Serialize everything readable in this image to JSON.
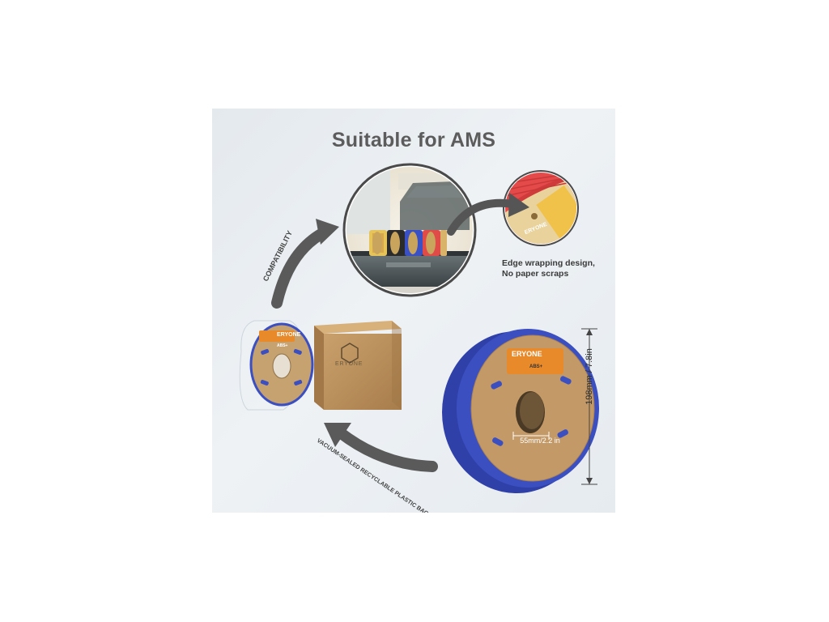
{
  "title": "Suitable for AMS",
  "captions": {
    "line1": "Edge wrapping design,",
    "line2": "No paper scraps"
  },
  "arrow_labels": {
    "compatibility": "COMPATIBILITY",
    "packaging": "VACUUM-SEALED RECYCLABLE PLASTIC BAG"
  },
  "dimensions": {
    "diameter": "198mm / 7.8in",
    "hub": "55mm/2.2 in"
  },
  "brand": "ERYONE",
  "material": "ABS+",
  "colors": {
    "spool_blue": "#3b4fc1",
    "label_orange": "#e8892a",
    "cardboard": "#b9915f",
    "red_filament": "#e54a4a"
  }
}
